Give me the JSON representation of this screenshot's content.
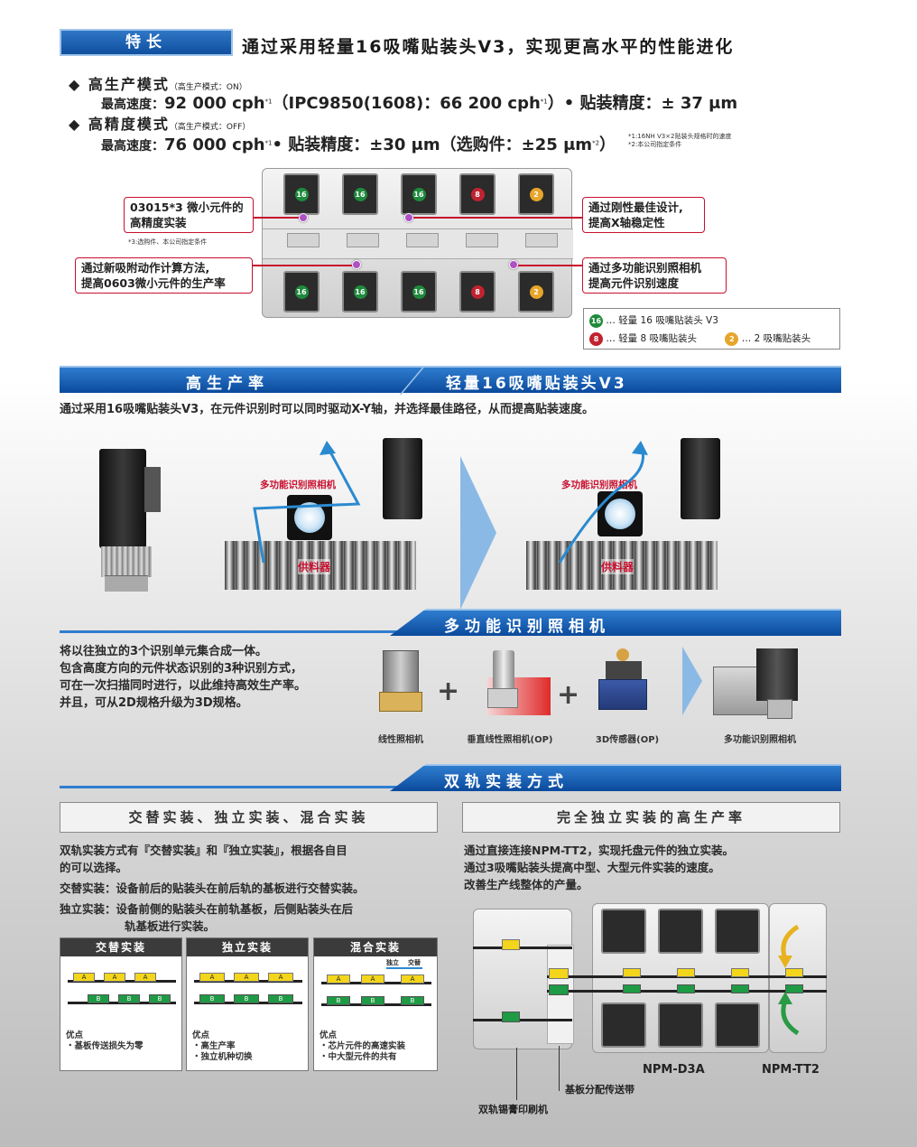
{
  "feature": {
    "tag": "特长",
    "headline": "通过采用轻量16吸嘴贴装头V3，实现更高水平的性能进化",
    "high_prod": {
      "title": "◆ 高生产模式",
      "sub": "（高生产模式：ON）",
      "line_prefix": "最高速度：",
      "speed": "92 000 cph",
      "sup1": "*1",
      "mid": "（IPC9850(1608)：66 200 cph",
      "sup2": "*1",
      "end": "）• 贴装精度：± 37 μm"
    },
    "high_prec": {
      "title": "◆ 高精度模式",
      "sub": "（高生产模式：OFF）",
      "line_prefix": "最高速度：",
      "speed": "76 000 cph",
      "sup1": "*1",
      "mid": "• 贴装精度：±30 μm（选购件：±25 μm",
      "sup2": "*2",
      "end": "）"
    },
    "notes": [
      "*1:16NH V3×2贴装头规格时的速度",
      "*2:本公司指定条件"
    ],
    "callouts": {
      "left_top": [
        "03015*3 微小元件的",
        "高精度实装"
      ],
      "left_top_note": "*3:选购件、本公司指定条件",
      "left_bottom": [
        "通过新吸附动作计算方法,",
        "提高0603微小元件的生产率"
      ],
      "right_top": [
        "通过刚性最佳设计,",
        "提高X轴稳定性"
      ],
      "right_bottom": [
        "通过多功能识别照相机",
        "提高元件识别速度"
      ]
    },
    "head_badges_top": [
      "16",
      "16",
      "16",
      "8",
      "2"
    ],
    "head_badges_bottom": [
      "16",
      "16",
      "16",
      "8",
      "2"
    ],
    "legend": {
      "l16_num": "16",
      "l16": "… 轻量 16 吸嘴贴装头 V3",
      "l8_num": "8",
      "l8": "… 轻量 8 吸嘴贴装头",
      "l2_num": "2",
      "l2": "… 2 吸嘴贴装头"
    }
  },
  "productivity": {
    "bar_left": "高生产率",
    "bar_right": "轻量16吸嘴贴装头V3",
    "desc": "通过采用16吸嘴贴装头V3，在元件识别时可以同时驱动X-Y轴，并选择最佳路径，从而提高贴装速度。",
    "camera_label": "多功能识别照相机",
    "feeder_label": "供料器"
  },
  "camera": {
    "bar": "多功能识别照相机",
    "desc": [
      "将以往独立的3个识别单元集合成一体。",
      "包含高度方向的元件状态识别的3种识别方式，",
      "可在一次扫描同时进行，以此维持高效生产率。",
      "并且，可从2D规格升级为3D规格。"
    ],
    "items": [
      "线性照相机",
      "垂直线性照相机(OP)",
      "3D传感器(OP)",
      "多功能识别照相机"
    ],
    "plus": "+"
  },
  "dual": {
    "bar": "双轨实装方式",
    "left_title": "交替实装、独立实装、混合实装",
    "left_desc": [
      "双轨实装方式有『交替实装』和『独立实装』，根据各自目",
      "的可以选择。"
    ],
    "alt_line": "交替实装：设备前后的贴装头在前后轨的基板进行交替实装。",
    "ind_line1": "独立实装：设备前侧的贴装头在前轨基板，后侧贴装头在后",
    "ind_line2": "轨基板进行实装。",
    "panels": [
      {
        "title": "交替实装",
        "adv": "优点",
        "points": [
          "・基板传送损失为零"
        ]
      },
      {
        "title": "独立实装",
        "adv": "优点",
        "points": [
          "・高生产率",
          "・独立机种切换"
        ]
      },
      {
        "title": "混合实装",
        "adv": "优点",
        "points": [
          "・芯片元件的高速实装",
          "・中大型元件的共有"
        ]
      }
    ],
    "mix_labels": {
      "ind": "独立",
      "alt": "交替"
    },
    "pcb_labels": {
      "a": "A",
      "b": "B"
    },
    "right_title": "完全独立实装的高生产率",
    "right_desc": [
      "通过直接连接NPM-TT2，实现托盘元件的独立实装。",
      "通过3吸嘴贴装头提高中型、大型元件实装的速度。",
      "改善生产线整体的产量。"
    ],
    "labels": {
      "d3a": "NPM-D3A",
      "tt2": "NPM-TT2",
      "conveyor": "基板分配传送带",
      "printer": "双轨锡膏印刷机"
    }
  }
}
